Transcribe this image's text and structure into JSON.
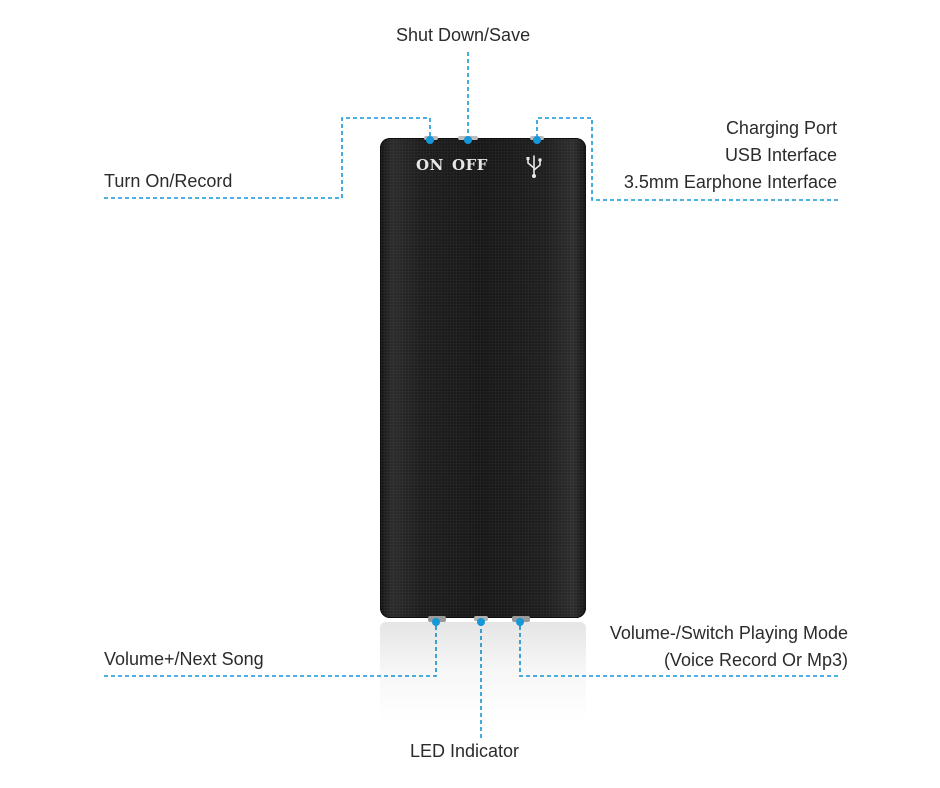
{
  "labels": {
    "shut_down_save": "Shut Down/Save",
    "turn_on_record": "Turn On/Record",
    "charging_port": "Charging Port",
    "usb_interface": "USB Interface",
    "earphone_interface": "3.5mm Earphone Interface",
    "volume_plus": "Volume+/Next Song",
    "volume_minus_line1": "Volume-/Switch Playing Mode",
    "volume_minus_line2": "(Voice Record Or Mp3)",
    "led_indicator": "LED Indicator"
  },
  "device": {
    "switch_on": "ON",
    "switch_off": "OFF",
    "usb_icon": "usb-icon"
  },
  "colors": {
    "leader_line": "#1597d8",
    "device_body": "#1c1c1c",
    "engraving": "#e8e8e8",
    "text": "#2b2b2b"
  }
}
